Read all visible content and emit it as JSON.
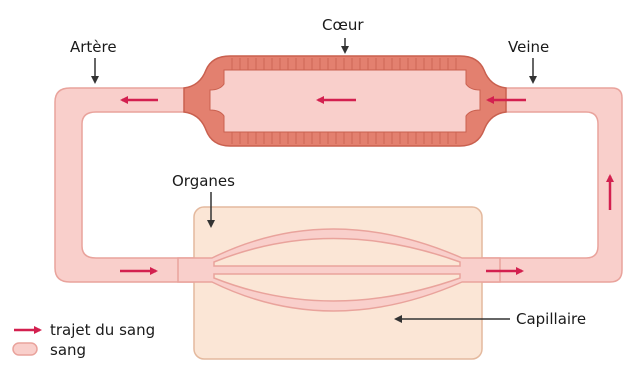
{
  "labels": {
    "coeur": "Cœur",
    "artere": "Artère",
    "veine": "Veine",
    "organes": "Organes",
    "capillaire": "Capillaire"
  },
  "legend": {
    "flow": "trajet du sang",
    "blood": "sang"
  },
  "colors": {
    "blood": "#f9cfcb",
    "vessel_outline": "#e9a39c",
    "heart_muscle": "#e3806f",
    "heart_muscle_dark": "#c9604f",
    "organ_box": "#fbe6d6",
    "organ_outline": "#e4b99e",
    "flow_arrow": "#d3204f",
    "pointer": "#333333"
  },
  "icons": [
    "flow-arrow-icon",
    "pointer-arrow-icon",
    "blood-swatch-icon"
  ]
}
